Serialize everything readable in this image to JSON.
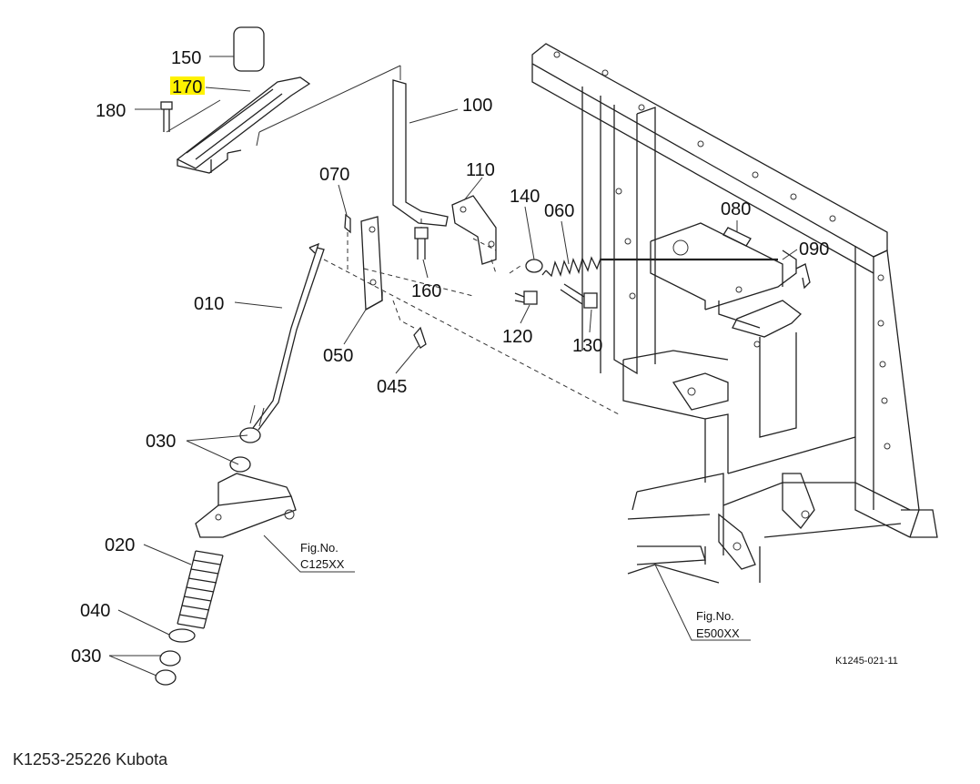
{
  "labels": {
    "p150": "150",
    "p170": "170",
    "p180": "180",
    "p100": "100",
    "p110": "110",
    "p070": "070",
    "p140": "140",
    "p060": "060",
    "p080": "080",
    "p090": "090",
    "p160": "160",
    "p010": "010",
    "p050": "050",
    "p120": "120",
    "p130": "130",
    "p045": "045",
    "p030a": "030",
    "p020": "020",
    "p040": "040",
    "p030b": "030"
  },
  "figures": {
    "c_fig": "Fig.No.",
    "c_code": "C125XX",
    "e_fig": "Fig.No.",
    "e_code": "E500XX"
  },
  "drawing_code": "K1245-021-11",
  "caption": "K1253-25226 Kubota",
  "colors": {
    "highlight": "#fff200",
    "line": "#222222",
    "background": "#ffffff"
  }
}
